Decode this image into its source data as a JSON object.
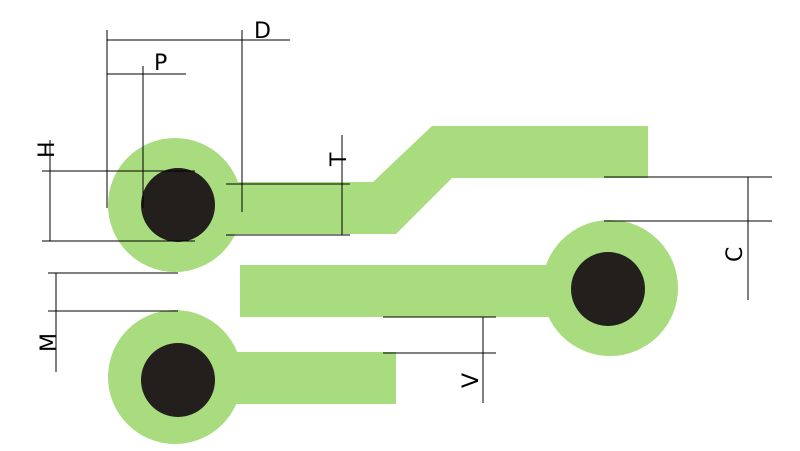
{
  "diagram": {
    "colors": {
      "copper": "#a8dc7e",
      "drill": "#231f1c",
      "dimension_line": "#000000",
      "background": "#ffffff"
    },
    "labels": {
      "d": "D",
      "p": "P",
      "h": "H",
      "t": "T",
      "c": "C",
      "m": "M",
      "v": "V"
    }
  }
}
